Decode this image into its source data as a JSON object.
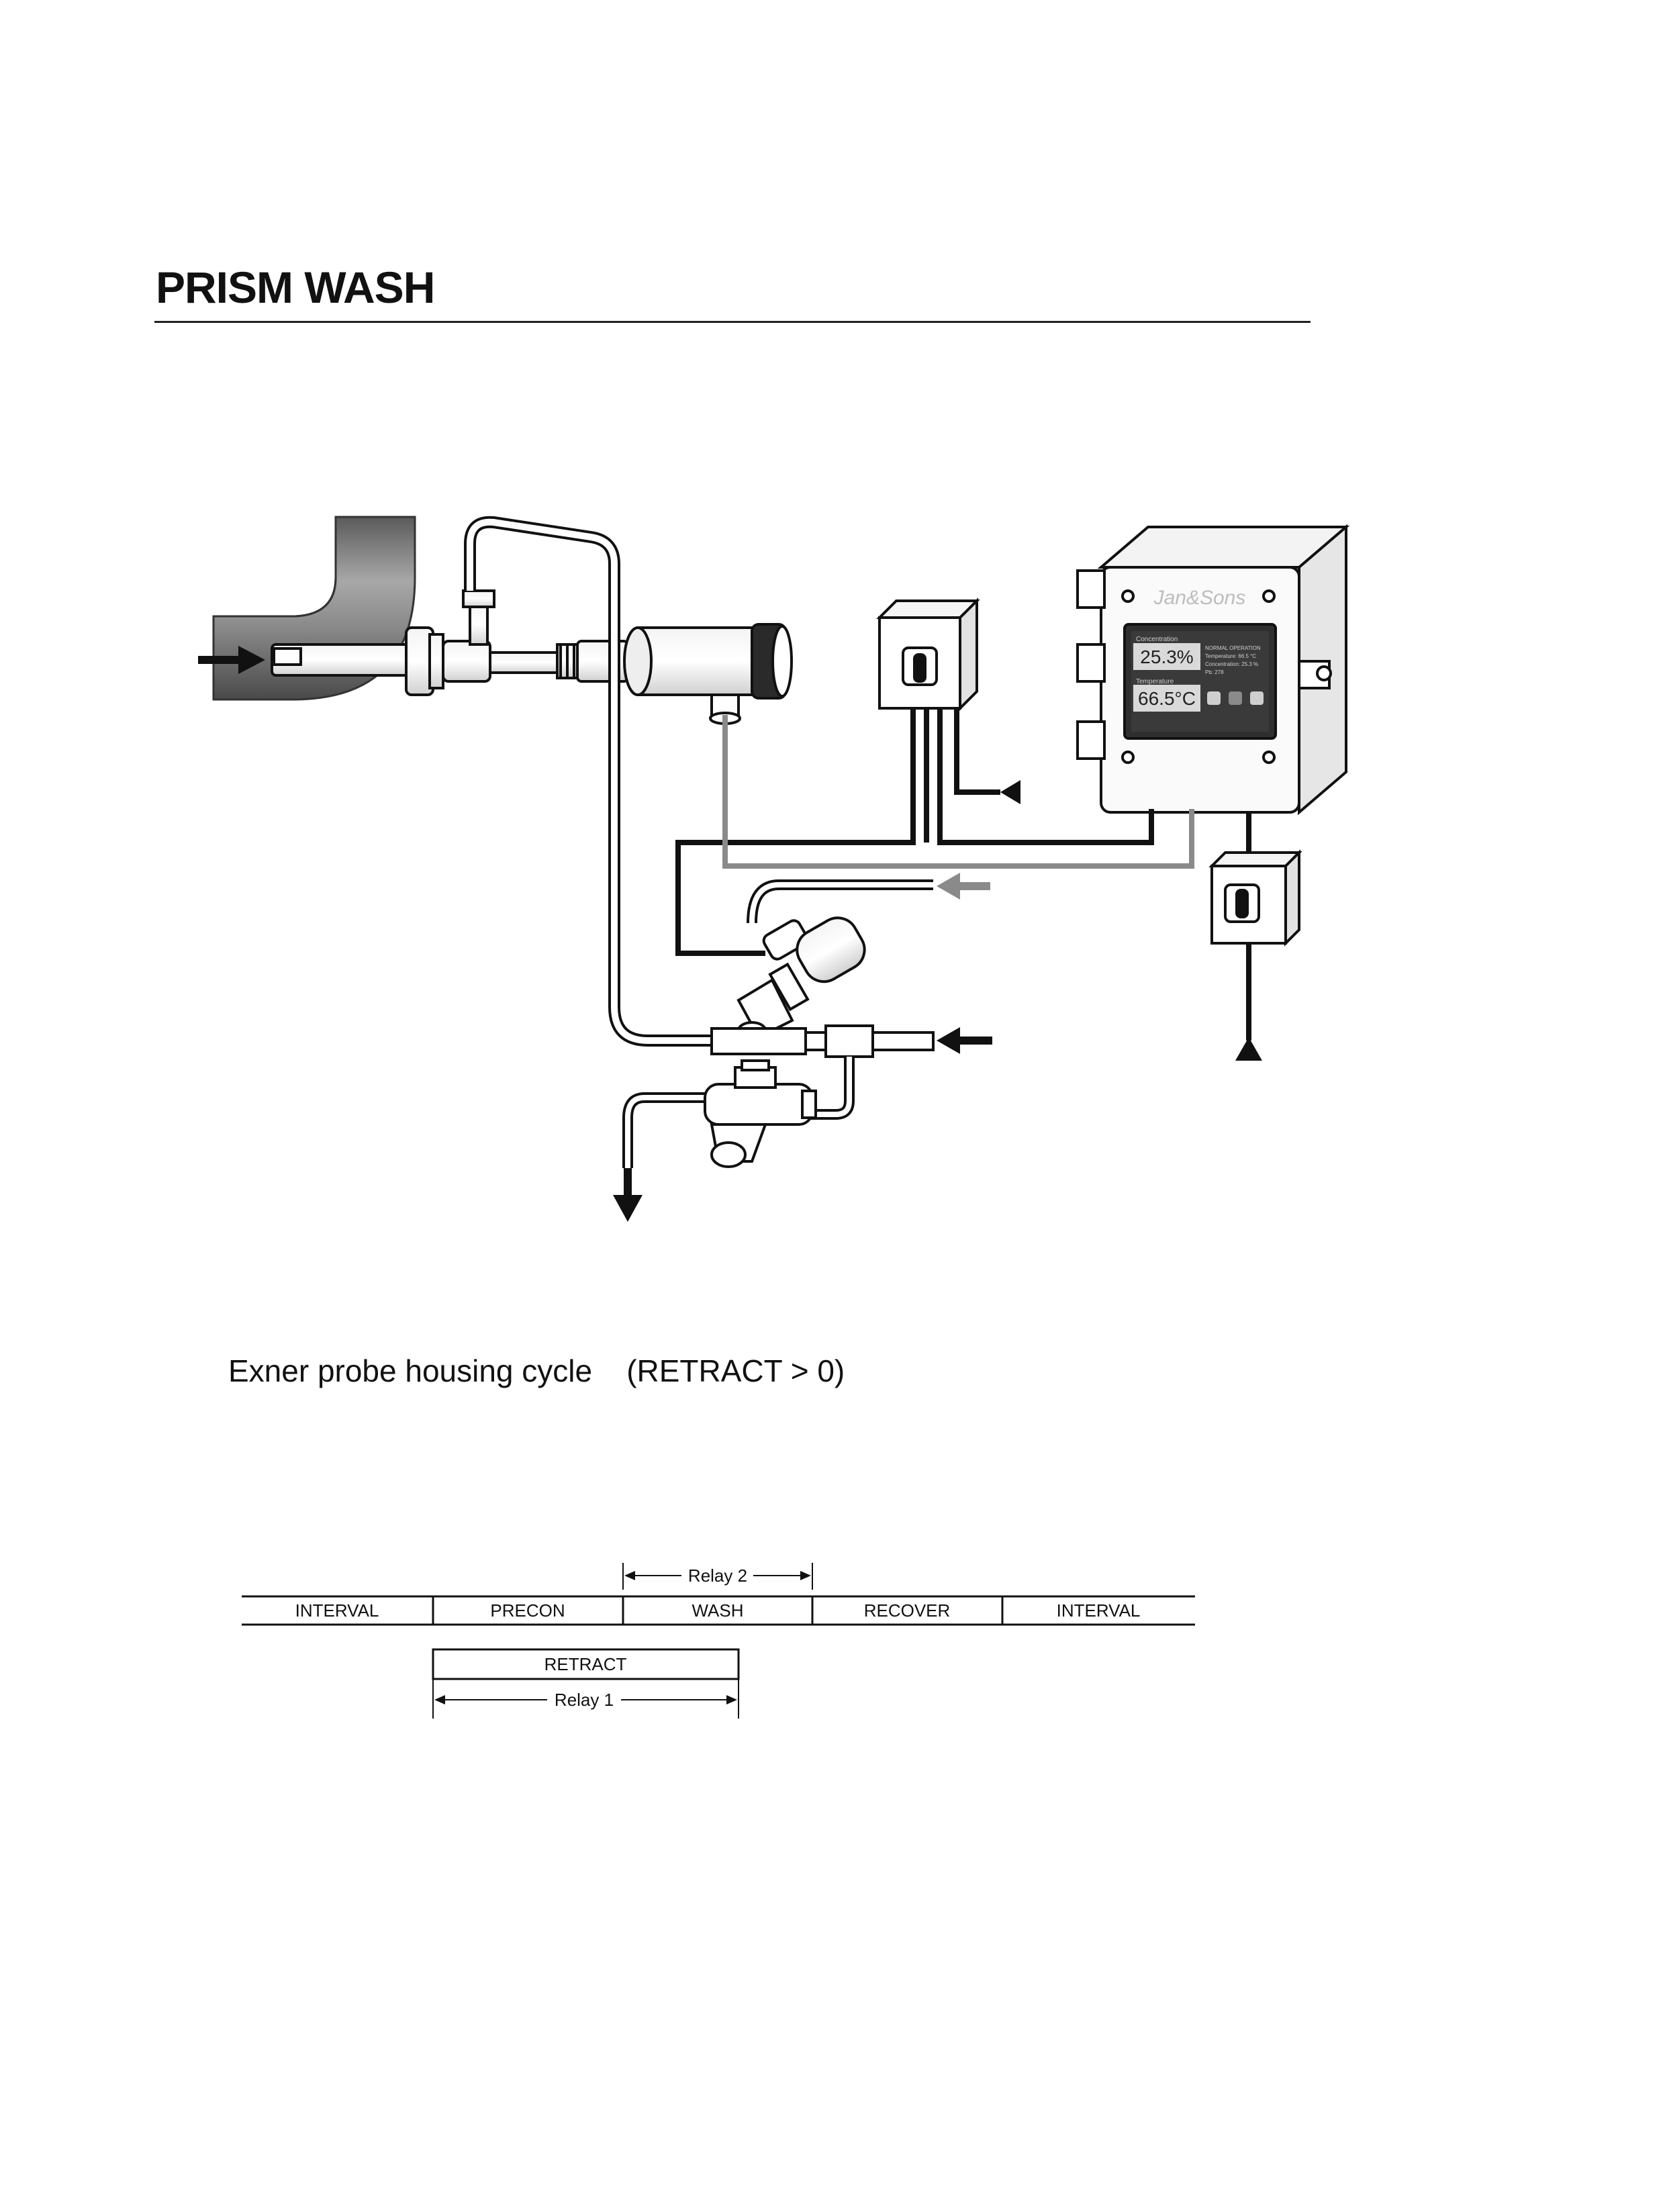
{
  "page": {
    "title": "PRISM WASH",
    "caption": "Exner probe housing cycle    (RETRACT > 0)"
  },
  "instrument": {
    "brand": "Jan&Sons",
    "display": {
      "concentration_label": "Concentration",
      "concentration_value": "25.3%",
      "temperature_label": "Temperature",
      "temperature_value": "66.5°C",
      "status_lines": [
        "NORMAL OPERATION",
        "Temperature: 66.5 °C",
        "Concentration: 25.3 %",
        "Pb: 278"
      ]
    }
  },
  "timing": {
    "phases": [
      "INTERVAL",
      "PRECON",
      "WASH",
      "RECOVER",
      "INTERVAL"
    ],
    "relay2_label": "Relay 2",
    "retract_label": "RETRACT",
    "relay1_label": "Relay 1"
  },
  "colors": {
    "ink": "#111111",
    "grey_line": "#8a8a8a",
    "screen": "#3a3a3a"
  }
}
